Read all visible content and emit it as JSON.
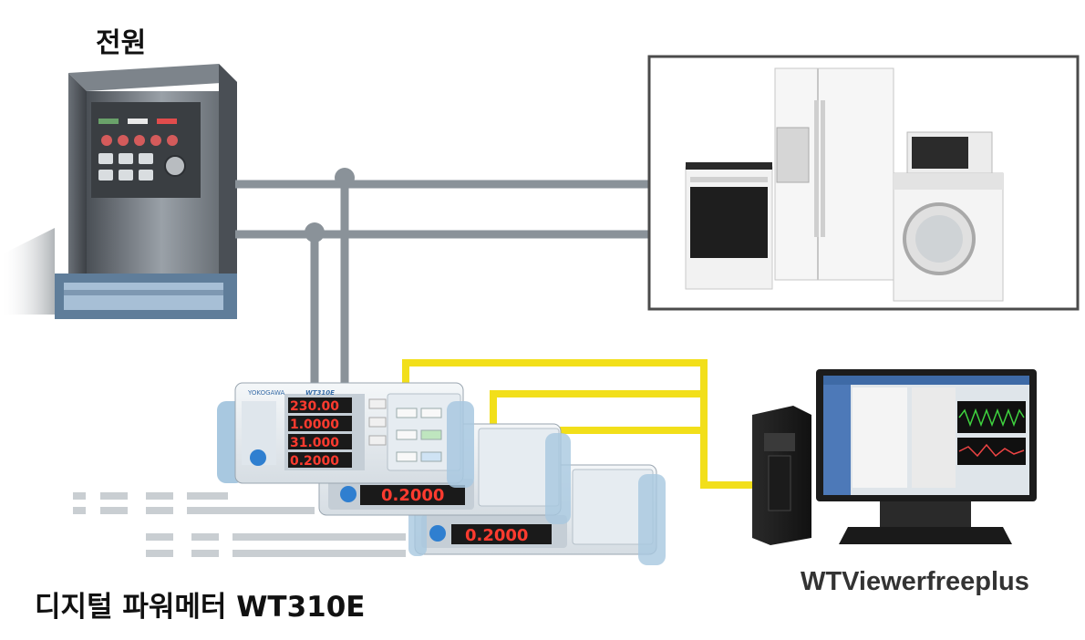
{
  "labels": {
    "power_source": "전원",
    "meter": "디지털 파워메터 WT310E",
    "software": "WTViewerfreeplus"
  },
  "meter_unit": {
    "brand": "YOKOGAWA",
    "model": "WT310E",
    "readings": [
      "230.00",
      "1.0000",
      "31.000",
      "0.2000"
    ],
    "secondary_reading": "0.2000"
  },
  "colors": {
    "power_line": "#8a9299",
    "comm_line": "#f2df1a",
    "led_red": "#ff3b2f",
    "meter_body": "#e9eef2"
  },
  "icons": [
    "power-cabinet-icon",
    "appliances-icon",
    "power-meter-icon",
    "computer-icon",
    "monitor-icon"
  ]
}
